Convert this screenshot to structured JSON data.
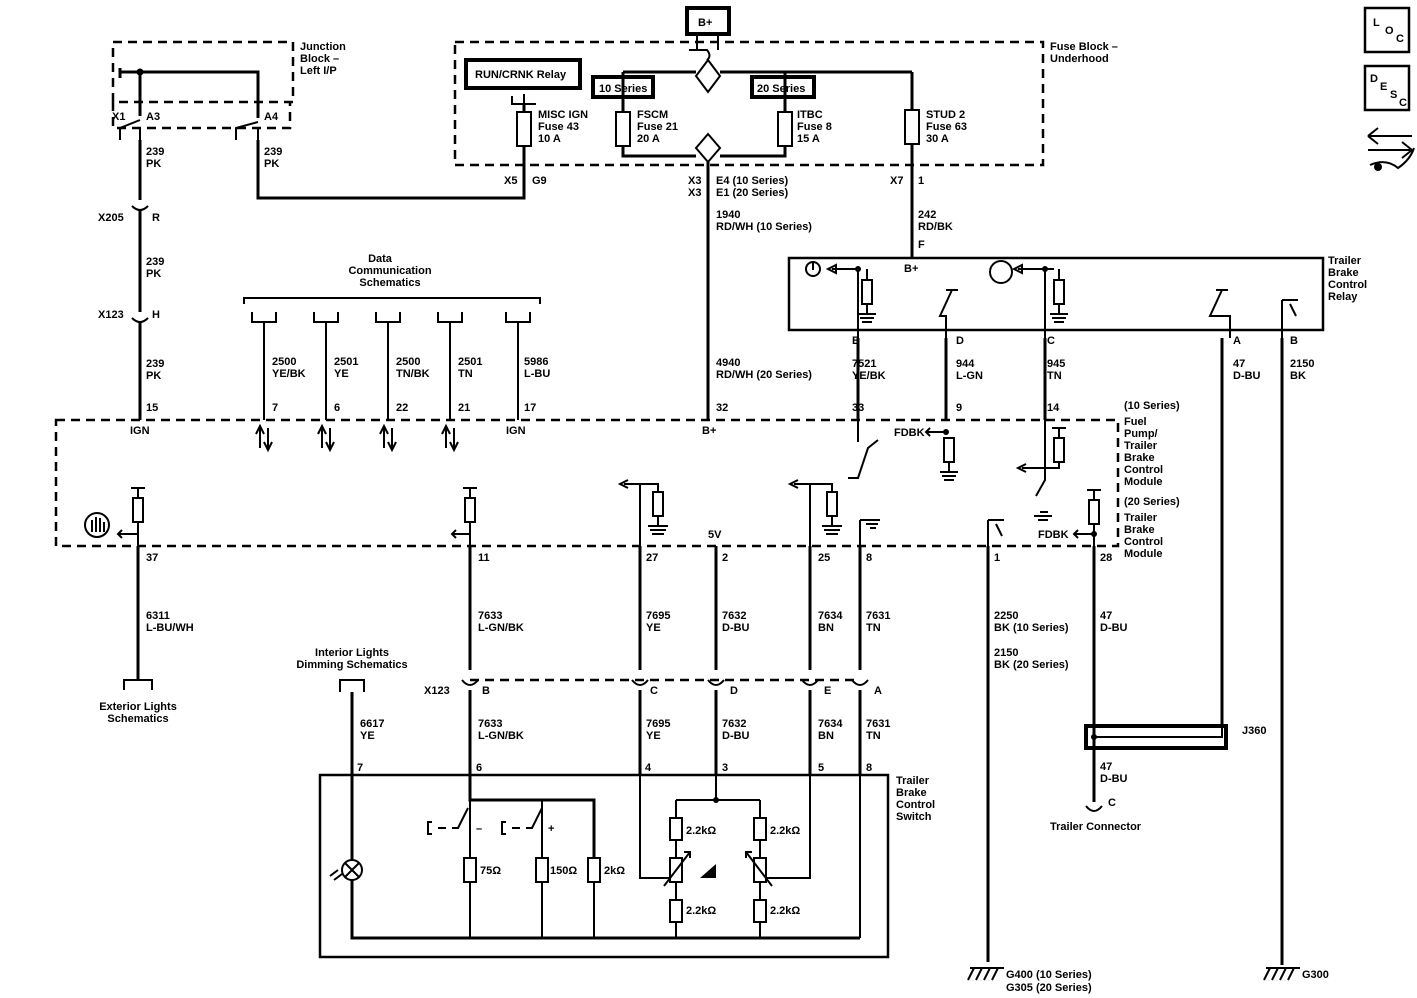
{
  "header": {
    "b_plus": "B+",
    "junction_block": [
      "Junction",
      "Block –",
      "Left I/P"
    ],
    "fuse_block": [
      "Fuse Block –",
      "Underhood"
    ],
    "run_crnk_relay": "RUN/CRNK Relay",
    "series_10": "10 Series",
    "series_20": "20 Series"
  },
  "icons": {
    "loc": [
      "L",
      "O",
      "C"
    ],
    "desc": [
      "D",
      "E",
      "S",
      "C"
    ]
  },
  "fuses": {
    "misc": [
      "MISC IGN",
      "Fuse 43",
      "10 A"
    ],
    "fscm": [
      "FSCM",
      "Fuse 21",
      "20 A"
    ],
    "itbc": [
      "ITBC",
      "Fuse 8",
      "15 A"
    ],
    "stud": [
      "STUD 2",
      "Fuse 63",
      "30 A"
    ]
  },
  "connectors": {
    "x1": "X1",
    "a3": "A3",
    "a4": "A4",
    "x5": "X5",
    "g9": "G9",
    "x3a": "X3",
    "x3b": "X3",
    "e4": "E4 (10 Series)",
    "e1": "E1 (20 Series)",
    "x7": "X7",
    "pin1": "1",
    "x205": "X205",
    "r": "R",
    "x123a": "X123",
    "h": "H",
    "x123b": "X123",
    "j360": "J360",
    "c": "C",
    "trailer_connector": "Trailer Connector",
    "f": "F"
  },
  "wires": {
    "w239a": [
      "239",
      "PK"
    ],
    "w239b": [
      "239",
      "PK"
    ],
    "w239c": [
      "239",
      "PK"
    ],
    "w239d": [
      "239",
      "PK"
    ],
    "w1940": [
      "1940",
      "RD/WH (10 Series)"
    ],
    "w4940": [
      "4940",
      "RD/WH (20 Series)"
    ],
    "w242": [
      "242",
      "RD/BK"
    ],
    "w2500": [
      "2500",
      "YE/BK"
    ],
    "w2501a": [
      "2501",
      "YE"
    ],
    "w2500b": [
      "2500",
      "TN/BK"
    ],
    "w2501b": [
      "2501",
      "TN"
    ],
    "w5986": [
      "5986",
      "L-BU"
    ],
    "w7521": [
      "7521",
      "YE/BK"
    ],
    "w944": [
      "944",
      "L-GN"
    ],
    "w945": [
      "945",
      "TN"
    ],
    "w47a": [
      "47",
      "D-BU"
    ],
    "w2150a": [
      "2150",
      "BK"
    ],
    "w6311": [
      "6311",
      "L-BU/WH"
    ],
    "w7633a": [
      "7633",
      "L-GN/BK"
    ],
    "w7695a": [
      "7695",
      "YE"
    ],
    "w7632a": [
      "7632",
      "D-BU"
    ],
    "w7634a": [
      "7634",
      "BN"
    ],
    "w7631a": [
      "7631",
      "TN"
    ],
    "w2250": [
      "2250",
      "BK (10 Series)"
    ],
    "w2150b": [
      "2150",
      "BK (20 Series)"
    ],
    "w47b": [
      "47",
      "D-BU"
    ],
    "w47c": [
      "47",
      "D-BU"
    ],
    "w6617": [
      "6617",
      "YE"
    ],
    "w7633b": [
      "7633",
      "L-GN/BK"
    ],
    "w7695b": [
      "7695",
      "YE"
    ],
    "w7632b": [
      "7632",
      "D-BU"
    ],
    "w7634b": [
      "7634",
      "BN"
    ],
    "w7631b": [
      "7631",
      "TN"
    ]
  },
  "pins": {
    "p15": "15",
    "p7": "7",
    "p6": "6",
    "p22": "22",
    "p21": "21",
    "p17": "17",
    "p32": "32",
    "p33": "33",
    "p9": "9",
    "p14": "14",
    "p37": "37",
    "p11": "11",
    "p27": "27",
    "p2": "2",
    "p25": "25",
    "p8": "8",
    "p1": "1",
    "p28": "28",
    "cB": "B",
    "cC": "C",
    "cD": "D",
    "cE": "E",
    "cA": "A",
    "s7": "7",
    "s6": "6",
    "s4": "4",
    "s3": "3",
    "s5": "5",
    "s8": "8",
    "rE": "E",
    "rD": "D",
    "rC": "C",
    "rA": "A",
    "rB": "B"
  },
  "module": {
    "ign1": "IGN",
    "ign2": "IGN",
    "bplus": "B+",
    "v5": "5V",
    "fdbk1": "FDBK",
    "fdbk2": "FDBK",
    "label_10": [
      "(10 Series)",
      "Fuel",
      "Pump/",
      "Trailer",
      "Brake",
      "Control",
      "Module"
    ],
    "label_20": [
      "(20 Series)",
      "Trailer",
      "Brake",
      "Control",
      "Module"
    ]
  },
  "relay": {
    "bplus": "B+",
    "label": [
      "Trailer",
      "Brake",
      "Control",
      "Relay"
    ]
  },
  "data_comm": [
    "Data",
    "Communication",
    "Schematics"
  ],
  "interior": [
    "Interior Lights",
    "Dimming Schematics"
  ],
  "exterior": [
    "Exterior Lights",
    "Schematics"
  ],
  "switch": {
    "label": [
      "Trailer",
      "Brake",
      "Control",
      "Switch"
    ],
    "r75": "75Ω",
    "r150": "150Ω",
    "r2k": "2kΩ",
    "r22a": "2.2kΩ",
    "r22b": "2.2kΩ",
    "r22c": "2.2kΩ",
    "r22d": "2.2kΩ",
    "minus": "–",
    "plus": "+"
  },
  "grounds": {
    "g400": "G400 (10 Series)",
    "g305": "G305 (20 Series)",
    "g300": "G300"
  }
}
